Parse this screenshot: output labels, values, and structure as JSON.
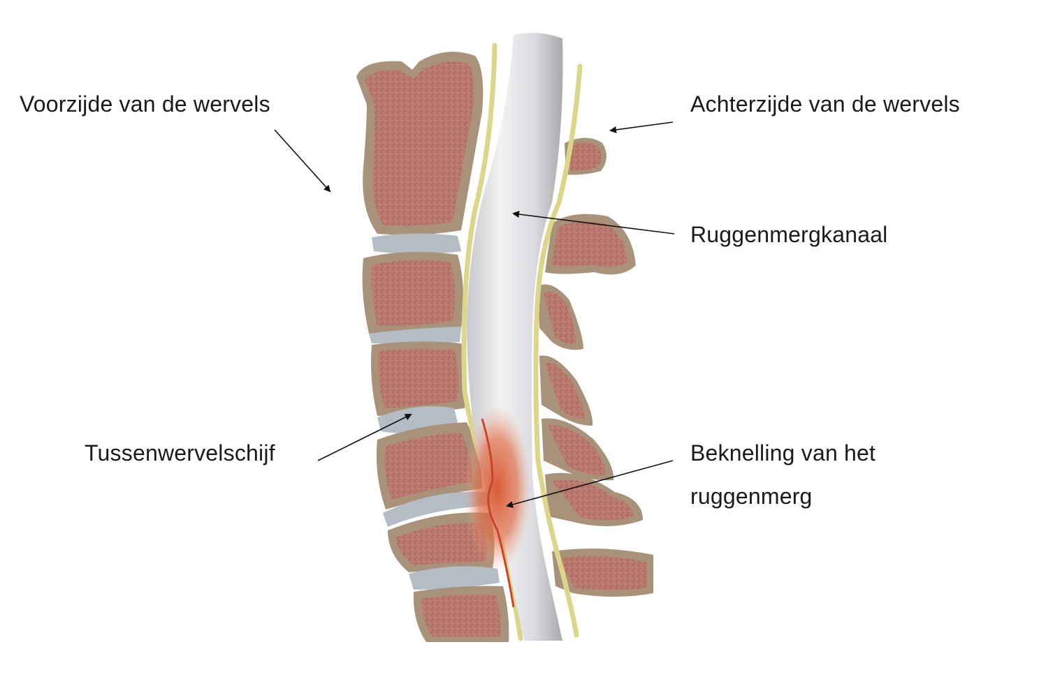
{
  "diagram": {
    "subject": "Cervical spine, sagittal section, with spinal cord compression",
    "labels": {
      "anterior": "Voorzijde van de wervels",
      "posterior": "Achterzijde van de wervels",
      "canal": "Ruggenmergkanaal",
      "disc": "Tussenwervelschijf",
      "compression_line1": "Beknelling van het",
      "compression_line2": "ruggenmerg"
    },
    "colors": {
      "bone_cortex": "#a8927a",
      "bone_marrow": "#b9776c",
      "disc": "#b4bcc6",
      "cord": "#d9d9dc",
      "dura": "#dcd68a",
      "inflammation": "#d8623c",
      "arrow": "#111111",
      "text": "#1a1a1a"
    }
  }
}
